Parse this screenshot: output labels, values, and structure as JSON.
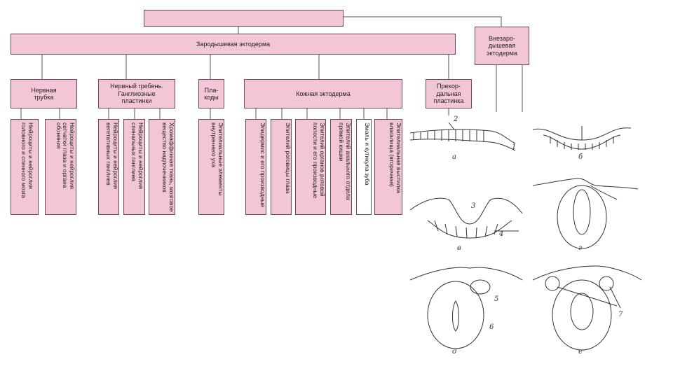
{
  "root": {
    "title": ""
  },
  "level1": {
    "embryonic_ectoderm": "Зародышевая эктодерма",
    "extraembryonic_ectoderm": "Внезаро-\nдышевая\nэктодерма"
  },
  "level2": {
    "neural_tube": "Нервная\nтрубка",
    "neural_crest": "Нервный гребень.\nГанглиозные\nпластинки",
    "placodes": "Пла-\nкоды",
    "skin_ectoderm": "Кожная эктодерма",
    "prechordal_plate": "Прехор-\nдальная\nпластинка"
  },
  "derivatives": [
    "Нейроциты и нейроглия головного и спинного мозга",
    "Нейроциты и нейроглия сетчатки глаза и органа обоняния",
    "Нейроциты и нейроглия вегетативных ганглиев",
    "Нейроциты и нейроглия спинальных ганглиев",
    "Хромаффинная ткань, мозговое вещество надпочечников",
    "Эпителиальные элементы внутреннего уха",
    "Эпидермис и его производные",
    "Эпителий роговицы глаза",
    "Эпителий органов ротовой полости и его производные",
    "Эпителий анального отдела прямой кишки",
    "Эмаль и кутикула зуба",
    "Эпителиальная выстилка влагалища (вторичная)"
  ],
  "figure": {
    "panel_labels": [
      "а",
      "б",
      "в",
      "г",
      "д",
      "е"
    ],
    "part_numbers": [
      "1",
      "2",
      "3",
      "4",
      "5",
      "6",
      "7"
    ]
  },
  "colors": {
    "box_fill": "#f2c6d6",
    "box_border": "#6a4a56",
    "white_box": "#ffffff"
  }
}
